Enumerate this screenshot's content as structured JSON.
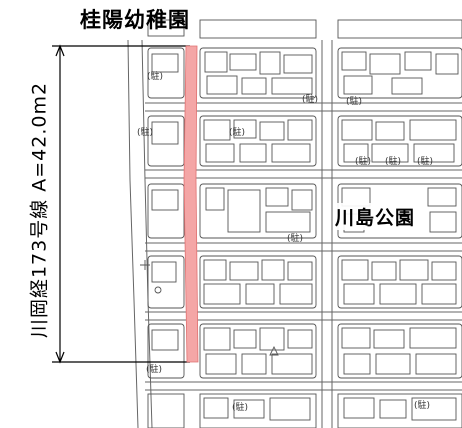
{
  "map": {
    "labels": {
      "kindergarten": "桂陽幼稚園",
      "park": "川島公園",
      "road": "川岡経173号線 A=42.0m2"
    },
    "parking_symbol": "(駐)",
    "parking_count": 12,
    "colors": {
      "road_highlight": "#f4a6a6",
      "road_highlight_edge": "#e07070",
      "linework": "#555555",
      "background": "#ffffff"
    }
  }
}
